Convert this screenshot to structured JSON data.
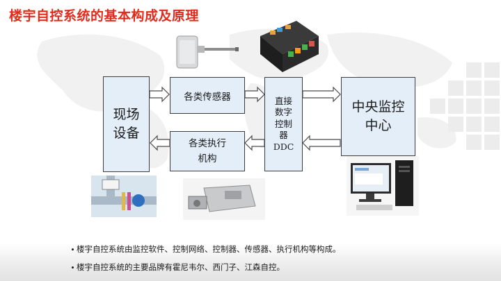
{
  "page": {
    "title": "楼宇自控系统的基本构成及原理"
  },
  "diagram": {
    "field_equipment": "现场\n设备",
    "sensors": "各类传感器",
    "actuators": "各类执行\n机构",
    "ddc": "直接\n数字\n控制\n器\nDDC",
    "central_monitoring": "中央监控\n中心"
  },
  "notes": [
    "楼宇自控系统由监控软件、控制网络、控制器、传感器、执行机构等构成。",
    "楼宇自控系统的主要品牌有霍尼韦尔、西门子、江森自控。"
  ],
  "colors": {
    "title": "#e32b1c",
    "box_fill": "#e3eef8",
    "box_border": "#3c3c3c"
  },
  "icons": [
    "duct-sensor-image",
    "ddc-controller-image",
    "pipe-valve-image",
    "damper-actuator-image",
    "computer-workstation-image"
  ]
}
